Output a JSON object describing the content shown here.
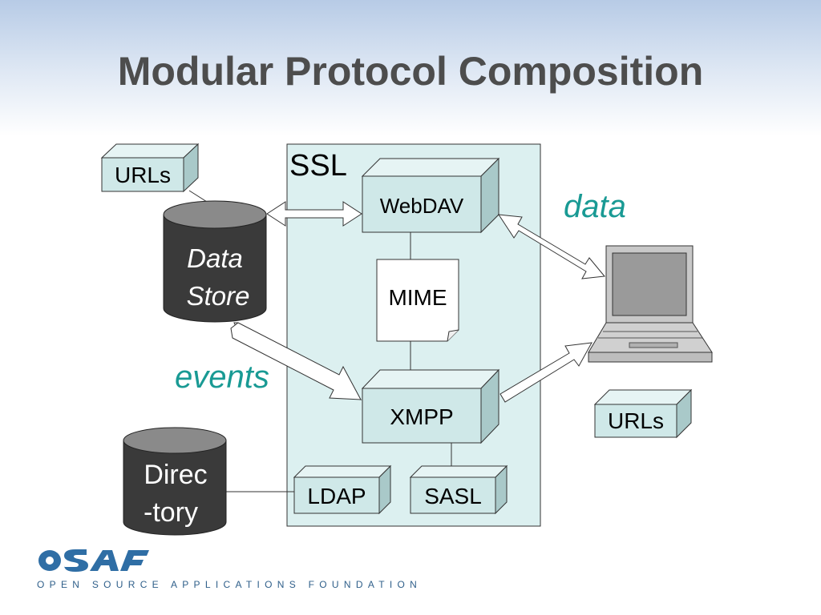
{
  "title": "Modular Protocol Composition",
  "labels": {
    "ssl": "SSL",
    "webdav": "WebDAV",
    "mime": "MIME",
    "xmpp": "XMPP",
    "ldap": "LDAP",
    "sasl": "SASL",
    "urls_top": "URLs",
    "urls_right": "URLs",
    "data_store_line1": "Data",
    "data_store_line2": "Store",
    "directory_line1": "Direc",
    "directory_line2": "-tory",
    "data": "data",
    "events": "events"
  },
  "footer": {
    "logo": "OSAF",
    "tagline": "OPEN SOURCE APPLICATIONS FOUNDATION"
  },
  "colors": {
    "box_fill": "#cfe8e8",
    "ssl_region": "#dcf0f0",
    "cylinder": "#3a3a3a",
    "accent_text": "#199a94",
    "logo_blue": "#2f6ea5"
  }
}
